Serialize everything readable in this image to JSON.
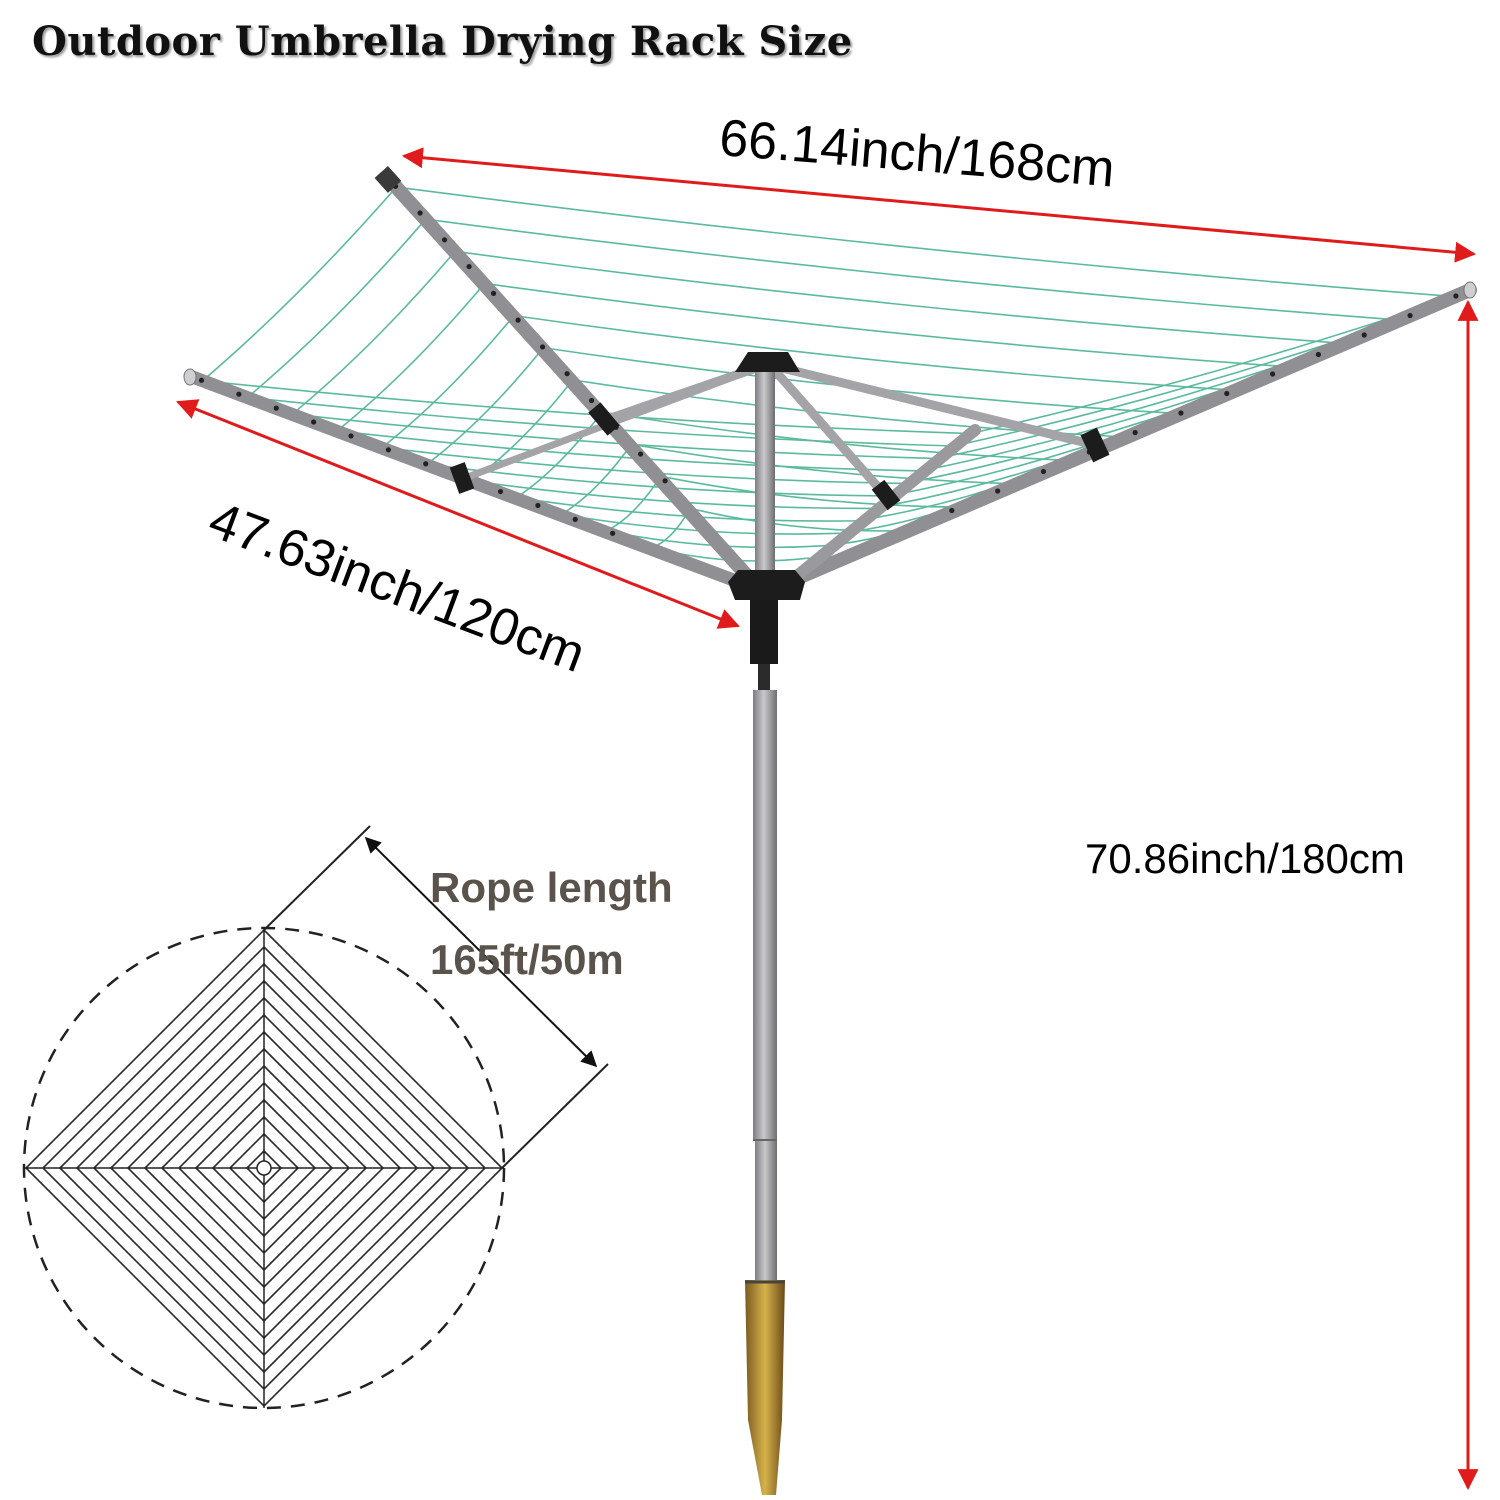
{
  "title": "Outdoor Umbrella Drying Rack Size",
  "dimensions": {
    "width": "66.14inch/168cm",
    "depth": "47.63inch/120cm",
    "height": "70.86inch/180cm"
  },
  "rope": {
    "label": "Rope length",
    "value": "165ft/50m"
  },
  "colors": {
    "arrow": "#e01b1b",
    "line_green": "#3fae8c",
    "frame_silver": "#9a9a9e",
    "text_brown": "#5a534c"
  }
}
